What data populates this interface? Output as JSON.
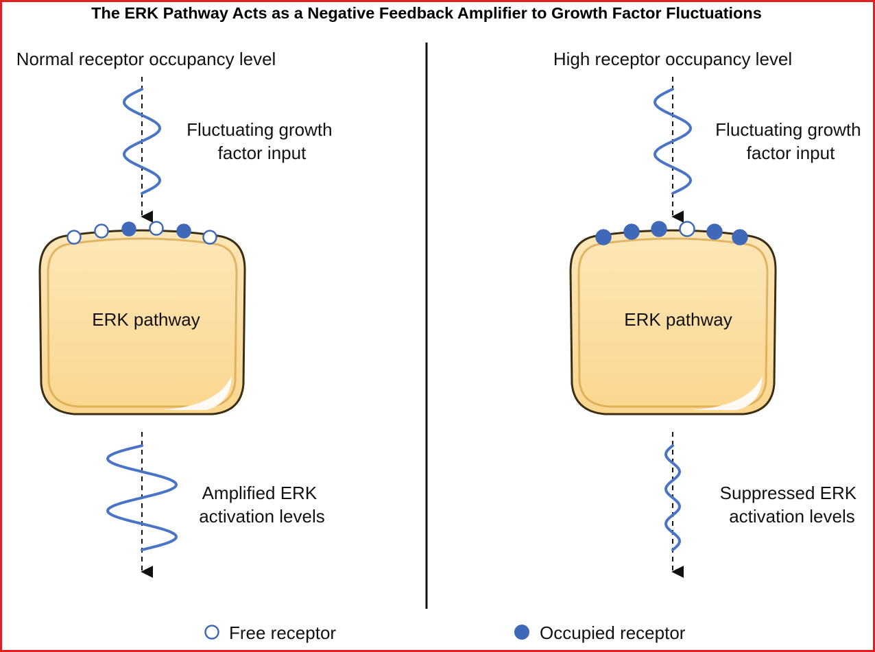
{
  "title": "The ERK Pathway Acts as a Negative Feedback Amplifier to Growth Factor Fluctuations",
  "colors": {
    "frame": "#e02020",
    "receptor_blue": "#3f68b8",
    "wave_blue": "#4a74c6",
    "cell_fill": "#fde3ad",
    "cell_outline": "#3a2e14"
  },
  "panels": {
    "left": {
      "heading": "Normal receptor occupancy level",
      "input_label": [
        "Fluctuating growth",
        "factor input"
      ],
      "cell_label": "ERK pathway",
      "output_label": [
        "Amplified ERK",
        "activation levels"
      ],
      "receptor_states": [
        "free",
        "free",
        "occupied",
        "free",
        "occupied",
        "free"
      ]
    },
    "right": {
      "heading": "High receptor occupancy level",
      "input_label": [
        "Fluctuating growth",
        "factor input"
      ],
      "cell_label": "ERK pathway",
      "output_label": [
        "Suppressed ERK",
        "activation levels"
      ],
      "receptor_states": [
        "occupied",
        "occupied",
        "occupied",
        "free",
        "occupied",
        "occupied"
      ]
    }
  },
  "legend": {
    "free": "Free receptor",
    "occupied": "Occupied receptor"
  }
}
